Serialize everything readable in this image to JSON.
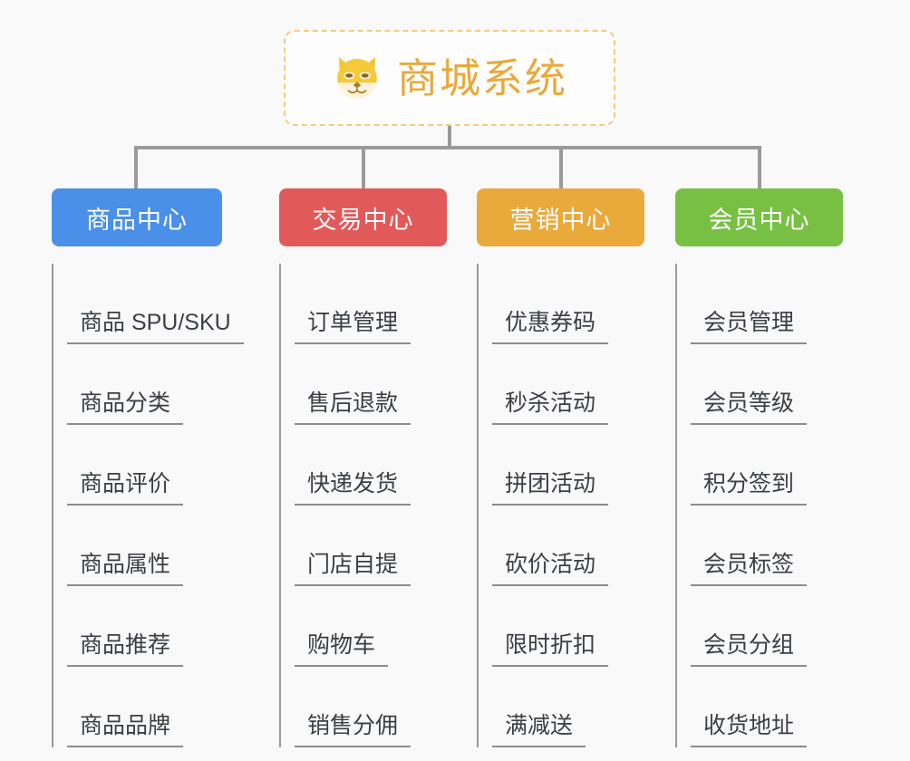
{
  "canvas": {
    "background": "#f9f9f9",
    "connector_color": "#9a9a9a"
  },
  "root": {
    "title": "商城系统",
    "icon": "shiba-dog-face-emoji",
    "title_color": "#e9a93b",
    "border_color": "#f2ca86"
  },
  "branches": [
    {
      "title": "商品中心",
      "color": "#4a90e8",
      "items": [
        "商品 SPU/SKU",
        "商品分类",
        "商品评价",
        "商品属性",
        "商品推荐",
        "商品品牌"
      ]
    },
    {
      "title": "交易中心",
      "color": "#e2595a",
      "items": [
        "订单管理",
        "售后退款",
        "快递发货",
        "门店自提",
        "购物车",
        "销售分佣"
      ]
    },
    {
      "title": "营销中心",
      "color": "#e9a93b",
      "items": [
        "优惠券码",
        "秒杀活动",
        "拼团活动",
        "砍价活动",
        "限时折扣",
        "满减送"
      ]
    },
    {
      "title": "会员中心",
      "color": "#78c043",
      "items": [
        "会员管理",
        "会员等级",
        "积分签到",
        "会员标签",
        "会员分组",
        "收货地址"
      ]
    }
  ]
}
